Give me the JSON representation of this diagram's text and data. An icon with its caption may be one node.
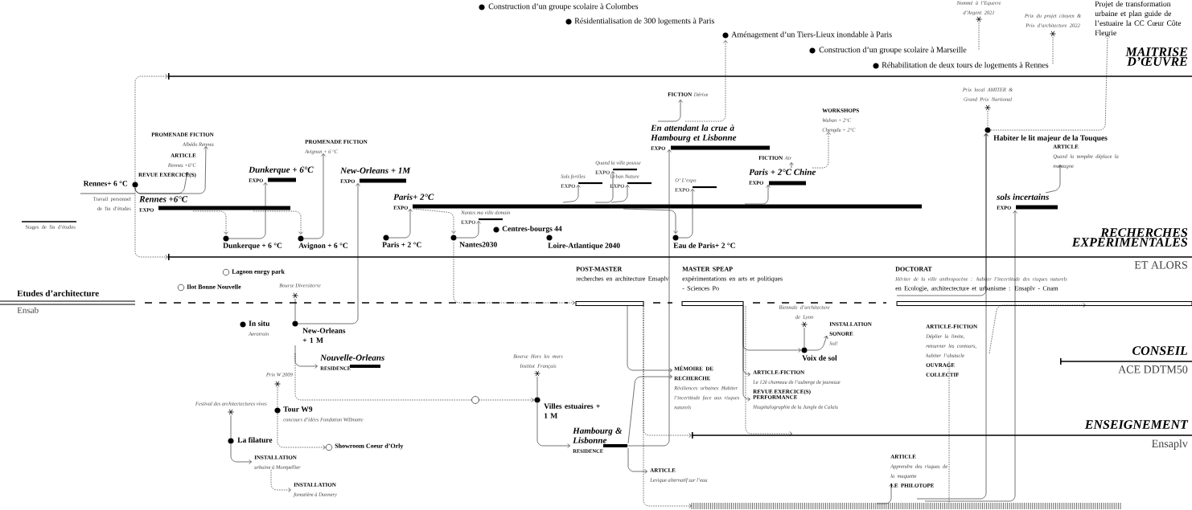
{
  "diagram": {
    "nodes": [
      {
        "text": [
          "Construction d’un groupe scolaire à Colombes"
        ]
      },
      {
        "text": [
          "Résidentialisation de 300 logements à Paris"
        ]
      },
      {
        "text": [
          "Aménagement d’un Tiers-Lieux inondable à Paris"
        ]
      },
      {
        "text": [
          "Construction d’un groupe scolaire à Marseille"
        ]
      },
      {
        "text": [
          "Réhabilitation de deux tours de logements à Rennes"
        ]
      },
      {
        "text": [
          "Nommé à l’Equerre d’Argent 2021"
        ]
      },
      {
        "text": [
          "Prix du projet citoyen & Prix d’architecture 2022"
        ]
      },
      {
        "text": [
          "Projet de transformation urbaine et plan guide de l’estuaire la CC Cœur Côte Fleurie"
        ]
      },
      {
        "text": [],
        "shape": "bar",
        "beside": [
          "MAITRISE D’ŒUVRE"
        ]
      },
      {
        "text": [],
        "shape": "bar",
        "beside": [
          "RECHERCHES EXPERIMENTALES",
          "ET ALORS"
        ]
      },
      {
        "text": [],
        "shape": "bar",
        "beside": [
          "Etudes d’architecture",
          "Ensab"
        ]
      },
      {
        "text": [],
        "shape": "bar",
        "beside": [
          "CONSEIL",
          "ACE DDTM50"
        ]
      },
      {
        "text": [],
        "shape": "bar",
        "beside": [
          "ENSEIGNEMENT",
          "Ensaplv"
        ]
      },
      {
        "text": [
          "Rennes+ 6 °C"
        ]
      },
      {
        "text": [
          "PROMENADE FICTION",
          "Albédo Rennes"
        ]
      },
      {
        "text": [
          "ARTICLE",
          "Rennes +6°C",
          "REVUE EXERCICE(S)"
        ]
      },
      {
        "text": [
          "Rennes +6°C",
          "EXPO"
        ]
      },
      {
        "text": [
          "Dunkerque + 6°C",
          "EXPO"
        ]
      },
      {
        "text": [
          "PROMENADE FICTION",
          "Avignon + 6 °C"
        ]
      },
      {
        "text": [
          "New-Orleans + 1M",
          "EXPO"
        ]
      },
      {
        "text": [
          "Paris+ 2°C",
          "EXPO"
        ]
      },
      {
        "text": [
          "Dunkerque + 6 °C"
        ]
      },
      {
        "text": [
          "Avignon + 6 °C"
        ]
      },
      {
        "text": [
          "Paris + 2 °C"
        ]
      },
      {
        "text": [
          "Nantes2030"
        ]
      },
      {
        "text": [
          "Nantes ma ville demain",
          "EXPO"
        ]
      },
      {
        "text": [
          "Centres-bourgs 44"
        ]
      },
      {
        "text": [
          "Loire-Atlantique 2040"
        ]
      },
      {
        "text": [
          "Sols fertiles",
          "EXPO"
        ]
      },
      {
        "text": [
          "Quand la ville pousse",
          "EXPO"
        ]
      },
      {
        "text": [
          "Urban Nature",
          "EXPO"
        ]
      },
      {
        "text": [
          "O’ L’expo",
          "EXPO"
        ]
      },
      {
        "text": [
          "Eau de Paris+ 2 °C"
        ]
      },
      {
        "text": [
          "FICTION",
          "Dérive"
        ]
      },
      {
        "text": [
          "En attendant la crue à Hambourg et Lisbonne",
          "EXPO"
        ]
      },
      {
        "text": [
          "FICTION",
          "Air"
        ]
      },
      {
        "text": [
          "WORKSHOPS",
          "Wuhan + 2°C",
          "Chengdu + 2°C"
        ]
      },
      {
        "text": [
          "Paris + 2°C Chine",
          "EXPO"
        ]
      },
      {
        "text": [
          "Prix local AMITER & Grand Prix Nartional"
        ]
      },
      {
        "text": [
          "Habiter le lit majeur de la Touques"
        ]
      },
      {
        "text": [
          "ARTICLE",
          "Quand la tempête déplace la montagne"
        ]
      },
      {
        "text": [
          "sols incertains",
          "EXPO"
        ]
      },
      {
        "text": [
          "Lagoon enrgy park"
        ]
      },
      {
        "text": [
          "Ilot Bonne Nouvelle"
        ]
      },
      {
        "text": [
          "Bourse Diversiterre"
        ]
      },
      {
        "text": [
          "In situ",
          "Aerotrain"
        ]
      },
      {
        "text": [
          "New-Orleans + 1 M"
        ]
      },
      {
        "text": [
          "Nouvelle-Orleans",
          "RESIDENCE"
        ]
      },
      {
        "text": [
          "Prix W 2009"
        ]
      },
      {
        "text": [
          "Tour W9",
          "concours d’idées Fondation Willmotte"
        ]
      },
      {
        "text": [
          "Festival des architectectures vives"
        ]
      },
      {
        "text": [
          "La filature"
        ]
      },
      {
        "text": [
          "Showroom Coeur d’Orly"
        ]
      },
      {
        "text": [
          "INSTALLATION",
          "urbaine à Montpellier"
        ]
      },
      {
        "text": [
          "INSTALLATION",
          "forestière à Donnery"
        ]
      },
      {
        "text": [],
        "shape": "circle"
      },
      {
        "text": [
          "Bourse Hors les murs Institut Français"
        ]
      },
      {
        "text": [
          "Villes estuaires + 1 M"
        ]
      },
      {
        "text": [
          "Hambourg & Lisbonne",
          "RESIDENCE"
        ]
      },
      {
        "text": [
          "POST-MASTER",
          "recherches en architecture Ensaplv"
        ]
      },
      {
        "text": [
          "MASTER SPEAP",
          "expérimentations en arts et politiques - Sciences Po"
        ]
      },
      {
        "text": [
          "DOCTORAT",
          "Hériter de la ville anthropocène : habiter l’incertitude des risques naturels",
          "en Ecologie, architectecture et urbanisme : Ensaplv - Cnam"
        ]
      },
      {
        "text": [
          "Biennale d’architecture de Lyon"
        ]
      },
      {
        "text": [
          "INSTALLATION SONORE",
          "Sol!"
        ]
      },
      {
        "text": [
          "Voix de sol"
        ]
      },
      {
        "text": [
          "ARTICLE-FICTION",
          "Le 12è chameau de l’auberge de jeunesse",
          "REVUE EXERCICE(S)"
        ]
      },
      {
        "text": [
          "PERFORMANCE",
          "Hospitalographie de la Jungle de Calais"
        ]
      },
      {
        "text": [
          "MÉMOIRE DE RECHERCHE",
          "Résiliences urbaines Habiter l’incertitude face aux risques naturels"
        ]
      },
      {
        "text": [
          "ARTICLE",
          "Lexique alternatif sur l’eau"
        ]
      },
      {
        "text": [
          "ARTICLE-FICTION",
          "Déplier la limite, retourner les contours, habiter l’obstacle",
          "OUVRAGE COLLECTIF"
        ]
      },
      {
        "text": [
          "ARTICLE",
          "Apprendre des risques de la maquette",
          "LE PHILOTOPE"
        ]
      },
      {
        "text": [],
        "shape": "bar"
      }
    ],
    "edges": [
      {
        "from": 5,
        "to": 3,
        "arrow": "none",
        "style": "dashed"
      },
      {
        "from": 6,
        "to": 4,
        "arrow": "none",
        "style": "dashed"
      },
      {
        "from": 38,
        "to": 39,
        "arrow": "none",
        "style": "dashed"
      },
      {
        "from": 39,
        "to": 7,
        "arrow": "to",
        "style": "dashed"
      },
      {
        "from": 13,
        "to": 8,
        "arrow": "to",
        "style": "dashed"
      },
      {
        "from": 13,
        "to": 9,
        "arrow": "to",
        "style": "dashed"
      },
      {
        "from": 13,
        "to": 15,
        "arrow": "to"
      },
      {
        "from": 13,
        "to": 14,
        "arrow": "to"
      },
      {
        "from": 16,
        "to": 21,
        "arrow": "to",
        "style": "dashed"
      },
      {
        "from": 16,
        "to": 22,
        "arrow": "to",
        "style": "dashed"
      },
      {
        "from": 21,
        "to": 17,
        "arrow": "to"
      },
      {
        "from": 22,
        "to": 18,
        "arrow": "to"
      },
      {
        "from": 46,
        "to": 19,
        "arrow": "to"
      },
      {
        "from": 23,
        "to": 20,
        "arrow": "to"
      },
      {
        "from": 20,
        "to": 24,
        "arrow": "to",
        "style": "dashed"
      },
      {
        "from": 24,
        "to": 25,
        "arrow": "to"
      },
      {
        "from": 20,
        "to": 28,
        "arrow": "to"
      },
      {
        "from": 20,
        "to": 29,
        "arrow": "to"
      },
      {
        "from": 20,
        "to": 30,
        "arrow": "to"
      },
      {
        "from": 20,
        "to": 32,
        "arrow": "to"
      },
      {
        "from": 32,
        "to": 31,
        "arrow": "to"
      },
      {
        "from": 34,
        "to": 33,
        "arrow": "to"
      },
      {
        "from": 34,
        "to": 2,
        "arrow": "to",
        "style": "dashed"
      },
      {
        "from": 20,
        "to": 37,
        "arrow": "to"
      },
      {
        "from": 37,
        "to": 35,
        "arrow": "to"
      },
      {
        "from": 37,
        "to": 36,
        "arrow": "to",
        "style": "dashed"
      },
      {
        "from": 41,
        "to": 40,
        "arrow": "to"
      },
      {
        "from": 58,
        "to": 34,
        "arrow": "to"
      },
      {
        "from": 58,
        "to": 67,
        "arrow": "to"
      },
      {
        "from": 59,
        "to": 67,
        "arrow": "to"
      },
      {
        "from": 58,
        "to": 68,
        "arrow": "to"
      },
      {
        "from": 59,
        "to": 12,
        "arrow": "to",
        "style": "dashed"
      },
      {
        "from": 59,
        "to": 71,
        "arrow": "to",
        "style": "dashed"
      },
      {
        "from": 24,
        "to": 59,
        "arrow": "to",
        "style": "dashed"
      },
      {
        "from": 57,
        "to": 58,
        "arrow": "to"
      },
      {
        "from": 56,
        "to": 57,
        "arrow": "none"
      },
      {
        "from": 46,
        "to": 55,
        "arrow": "none",
        "style": "dashed"
      },
      {
        "from": 55,
        "to": 57,
        "arrow": "to",
        "style": "dashed"
      },
      {
        "from": 46,
        "to": 47,
        "arrow": "to"
      },
      {
        "from": 44,
        "to": 46,
        "arrow": "none"
      },
      {
        "from": 48,
        "to": 49,
        "arrow": "none",
        "style": "dashed"
      },
      {
        "from": 49,
        "to": 52,
        "arrow": "to",
        "style": "dashed"
      },
      {
        "from": 50,
        "to": 51,
        "arrow": "none"
      },
      {
        "from": 51,
        "to": 53,
        "arrow": "to"
      },
      {
        "from": 53,
        "to": 54,
        "arrow": "to",
        "style": "dashed"
      },
      {
        "from": 60,
        "to": 64,
        "arrow": "to"
      },
      {
        "from": 60,
        "to": 65,
        "arrow": "to"
      },
      {
        "from": 60,
        "to": 66,
        "arrow": "to"
      },
      {
        "from": 60,
        "to": 12,
        "arrow": "to",
        "style": "dashed"
      },
      {
        "from": 62,
        "to": 64,
        "arrow": "none"
      },
      {
        "from": 64,
        "to": 63,
        "arrow": "to"
      },
      {
        "from": 71,
        "to": 70,
        "arrow": "to"
      },
      {
        "from": 71,
        "to": 39,
        "arrow": "to"
      },
      {
        "from": 71,
        "to": 41,
        "arrow": "to"
      },
      {
        "from": 61,
        "to": 39,
        "arrow": "to"
      },
      {
        "from": 69,
        "to": 61,
        "arrow": "to",
        "style": "dashed"
      },
      {
        "from": 69,
        "to": 71,
        "arrow": "none",
        "style": "dashed"
      }
    ],
    "labels": [
      "Travail personnel de fin d’études"
    ],
    "legend": [
      {
        "text": "Stages de fin d’études"
      }
    ]
  }
}
